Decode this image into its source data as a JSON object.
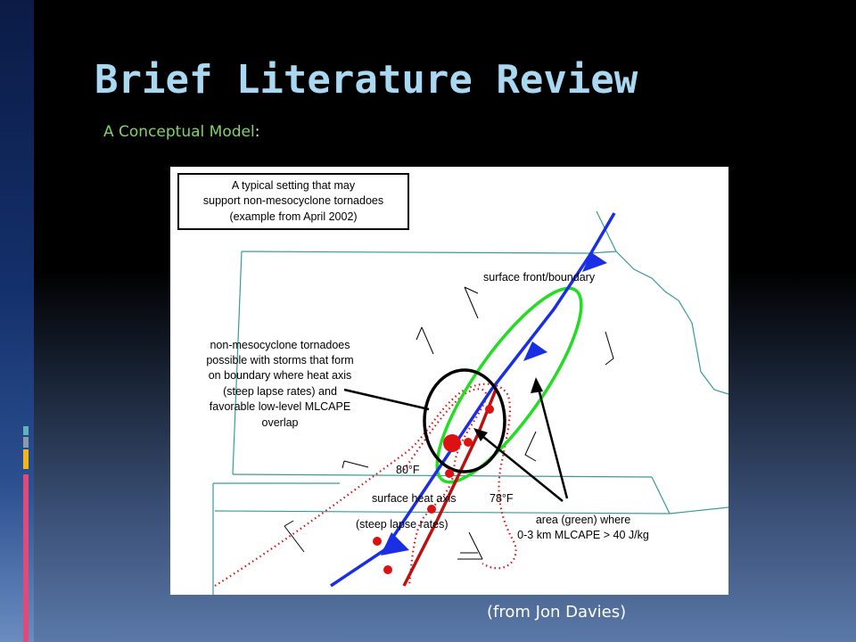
{
  "slide": {
    "title": "Brief Literature Review",
    "subtitle": "A Conceptual Model",
    "subtitle_colon": ":",
    "credit": "(from Jon Davies)"
  },
  "figure": {
    "box_lines": [
      "A typical setting that may",
      "support non-mesocyclone tornadoes",
      "(example from April 2002)"
    ],
    "tornado_note_lines": [
      "non-mesocyclone tornadoes",
      "possible with storms that form",
      "on boundary where heat axis",
      "(steep lapse rates) and",
      "favorable low-level MLCAPE",
      "overlap"
    ],
    "front_label": "surface front/boundary",
    "temp_80": "80°F",
    "temp_78": "78°F",
    "heat_axis_label": "surface heat axis",
    "lapse_label": "(steep lapse rates)",
    "area_lines": [
      "area (green) where",
      "0-3 km MLCAPE > 40 J/kg"
    ]
  },
  "colors": {
    "front": "#1a2ee6",
    "heat_axis": "#cc1a1a",
    "cape_area": "#22dd22",
    "state_lines": "#3a9a9a",
    "title": "#a9d9f2",
    "subtitle": "#7fd36a"
  }
}
